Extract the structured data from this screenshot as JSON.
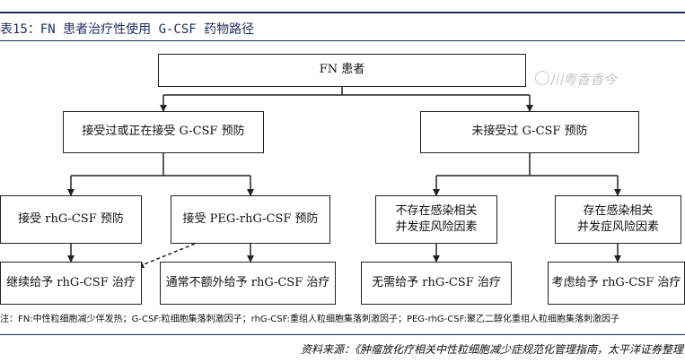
{
  "caption": "表15：FN 患者治疗性使用 G-CSF 药物路径",
  "nodes": {
    "root": "FN 患者",
    "received": "接受过或正在接受 G-CSF 预防",
    "not_received": "未接受过 G-CSF 预防",
    "rhg": "接受 rhG-CSF 预防",
    "peg": "接受 PEG-rhG-CSF 预防",
    "no_risk": "不存在感染相关\n并发症风险因素",
    "has_risk": "存在感染相关\n并发症风险因素",
    "continue": "继续给予 rhG-CSF 治疗",
    "usually_no_extra": "通常不额外给予 rhG-CSF 治疗",
    "no_need": "无需给予 rhG-CSF 治疗",
    "consider": "考虑给予 rhG-CSF 治疗"
  },
  "note": "注：FN:中性粒细胞减少伴发热；G-CSF:粒细胞集落刺激因子；rhG-CSF:重组人粒细胞集落刺激因子；PEG-rhG-CSF:聚乙二醇化重组人粒细胞集落刺激因子",
  "source": "资料来源：《肿瘤放化疗相关中性粒细胞减少症规范化管理指南，太平洋证券整理",
  "watermark": "川粤香香今"
}
